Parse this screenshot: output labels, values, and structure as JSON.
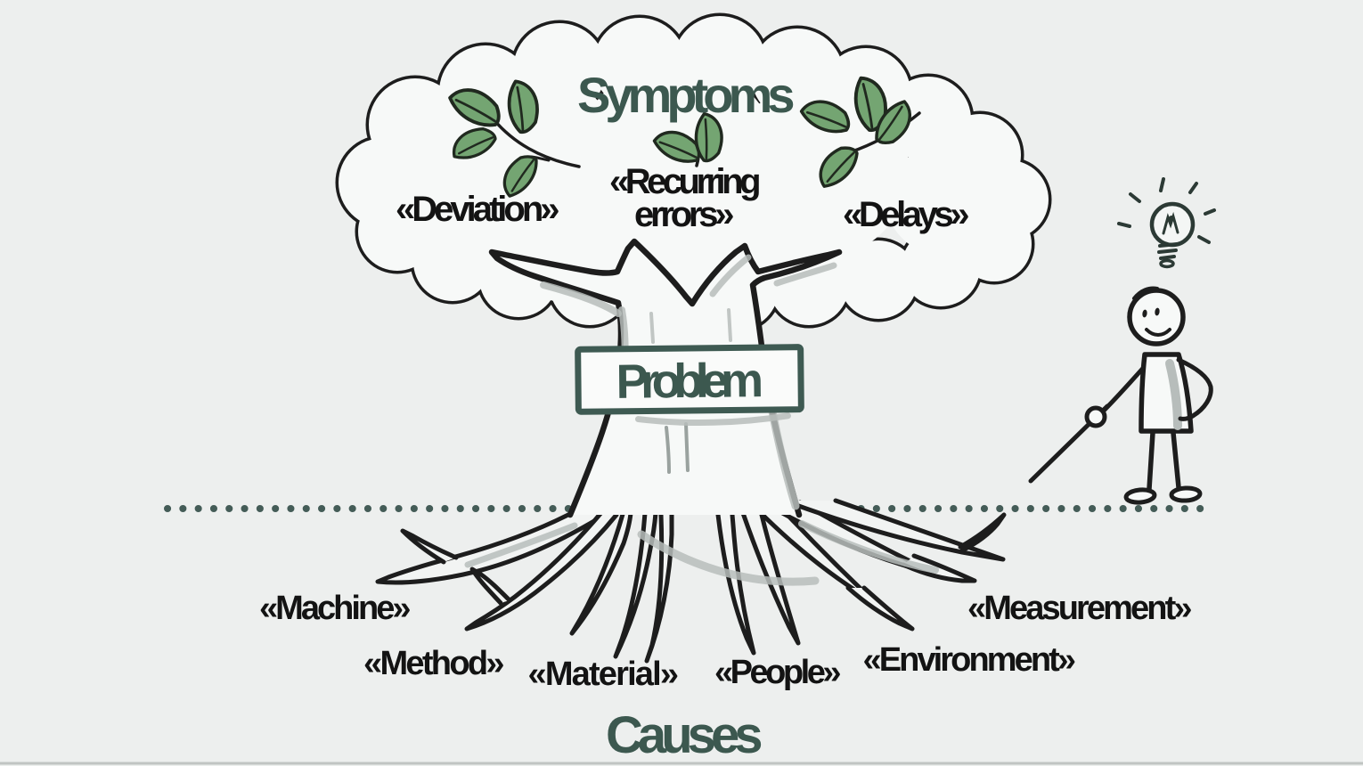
{
  "colors": {
    "background": "#edefee",
    "ink": "#1d1d1d",
    "teal_accent": "#3c584f",
    "box_border_teal": "#3e5a52",
    "dotted_line_teal": "#445c57",
    "leaf_green": "#74a572",
    "label_black": "#131313"
  },
  "crown": {
    "title": "Symptoms",
    "labels": {
      "deviation": "«Deviation»",
      "recurring_line1": "«Recurring",
      "recurring_line2": "errors»",
      "delays": "«Delays»"
    }
  },
  "trunk": {
    "sign": "Problem"
  },
  "roots": {
    "title": "Causes",
    "labels": {
      "machine": "«Machine»",
      "method": "«Method»",
      "material": "«Material»",
      "people": "«People»",
      "environment": "«Environment»",
      "measurement": "«Measurement»"
    }
  },
  "icons": {
    "idea": "lightbulb-icon",
    "foliage": "leaf-sprig-icon",
    "character": "stick-figure-with-pointer"
  }
}
